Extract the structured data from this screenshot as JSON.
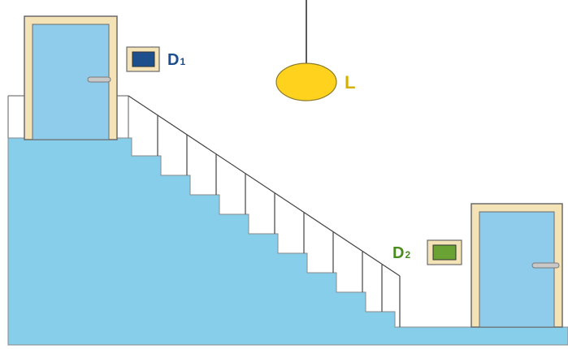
{
  "labels": {
    "switch_top": "D",
    "switch_top_sub": "1",
    "switch_bottom": "D",
    "switch_bottom_sub": "2",
    "lamp": "L"
  },
  "colors": {
    "wall": "#87ceeb",
    "door_fill": "#8fcbea",
    "door_frame": "#f3e3b7",
    "lamp": "#ffd21e",
    "switch_top_button": "#1d4f8c",
    "switch_bottom_button": "#6aa233",
    "label_top": "#1d4f8c",
    "label_bottom": "#4a8c1e",
    "label_lamp": "#d6b000"
  }
}
